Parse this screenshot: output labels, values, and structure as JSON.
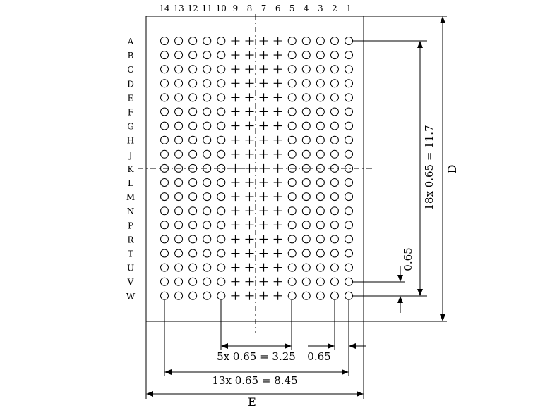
{
  "column_labels": [
    "14",
    "13",
    "12",
    "11",
    "10",
    "9",
    "8",
    "7",
    "6",
    "5",
    "4",
    "3",
    "2",
    "1"
  ],
  "row_labels": [
    "A",
    "B",
    "C",
    "D",
    "E",
    "F",
    "G",
    "H",
    "J",
    "K",
    "L",
    "M",
    "N",
    "P",
    "R",
    "T",
    "U",
    "V",
    "W"
  ],
  "depopulated_columns": [
    "9",
    "8",
    "7",
    "6"
  ],
  "dimensions": {
    "row_span": "18x 0.65 = 11.7",
    "row_pitch": "0.65",
    "package_length": "D",
    "col_span_inner": "5x 0.65 = 3.25",
    "col_pitch": "0.65",
    "col_span_total": "13x 0.65 = 8.45",
    "package_width": "E"
  },
  "colors": {
    "line": "#000000",
    "background": "#ffffff"
  }
}
